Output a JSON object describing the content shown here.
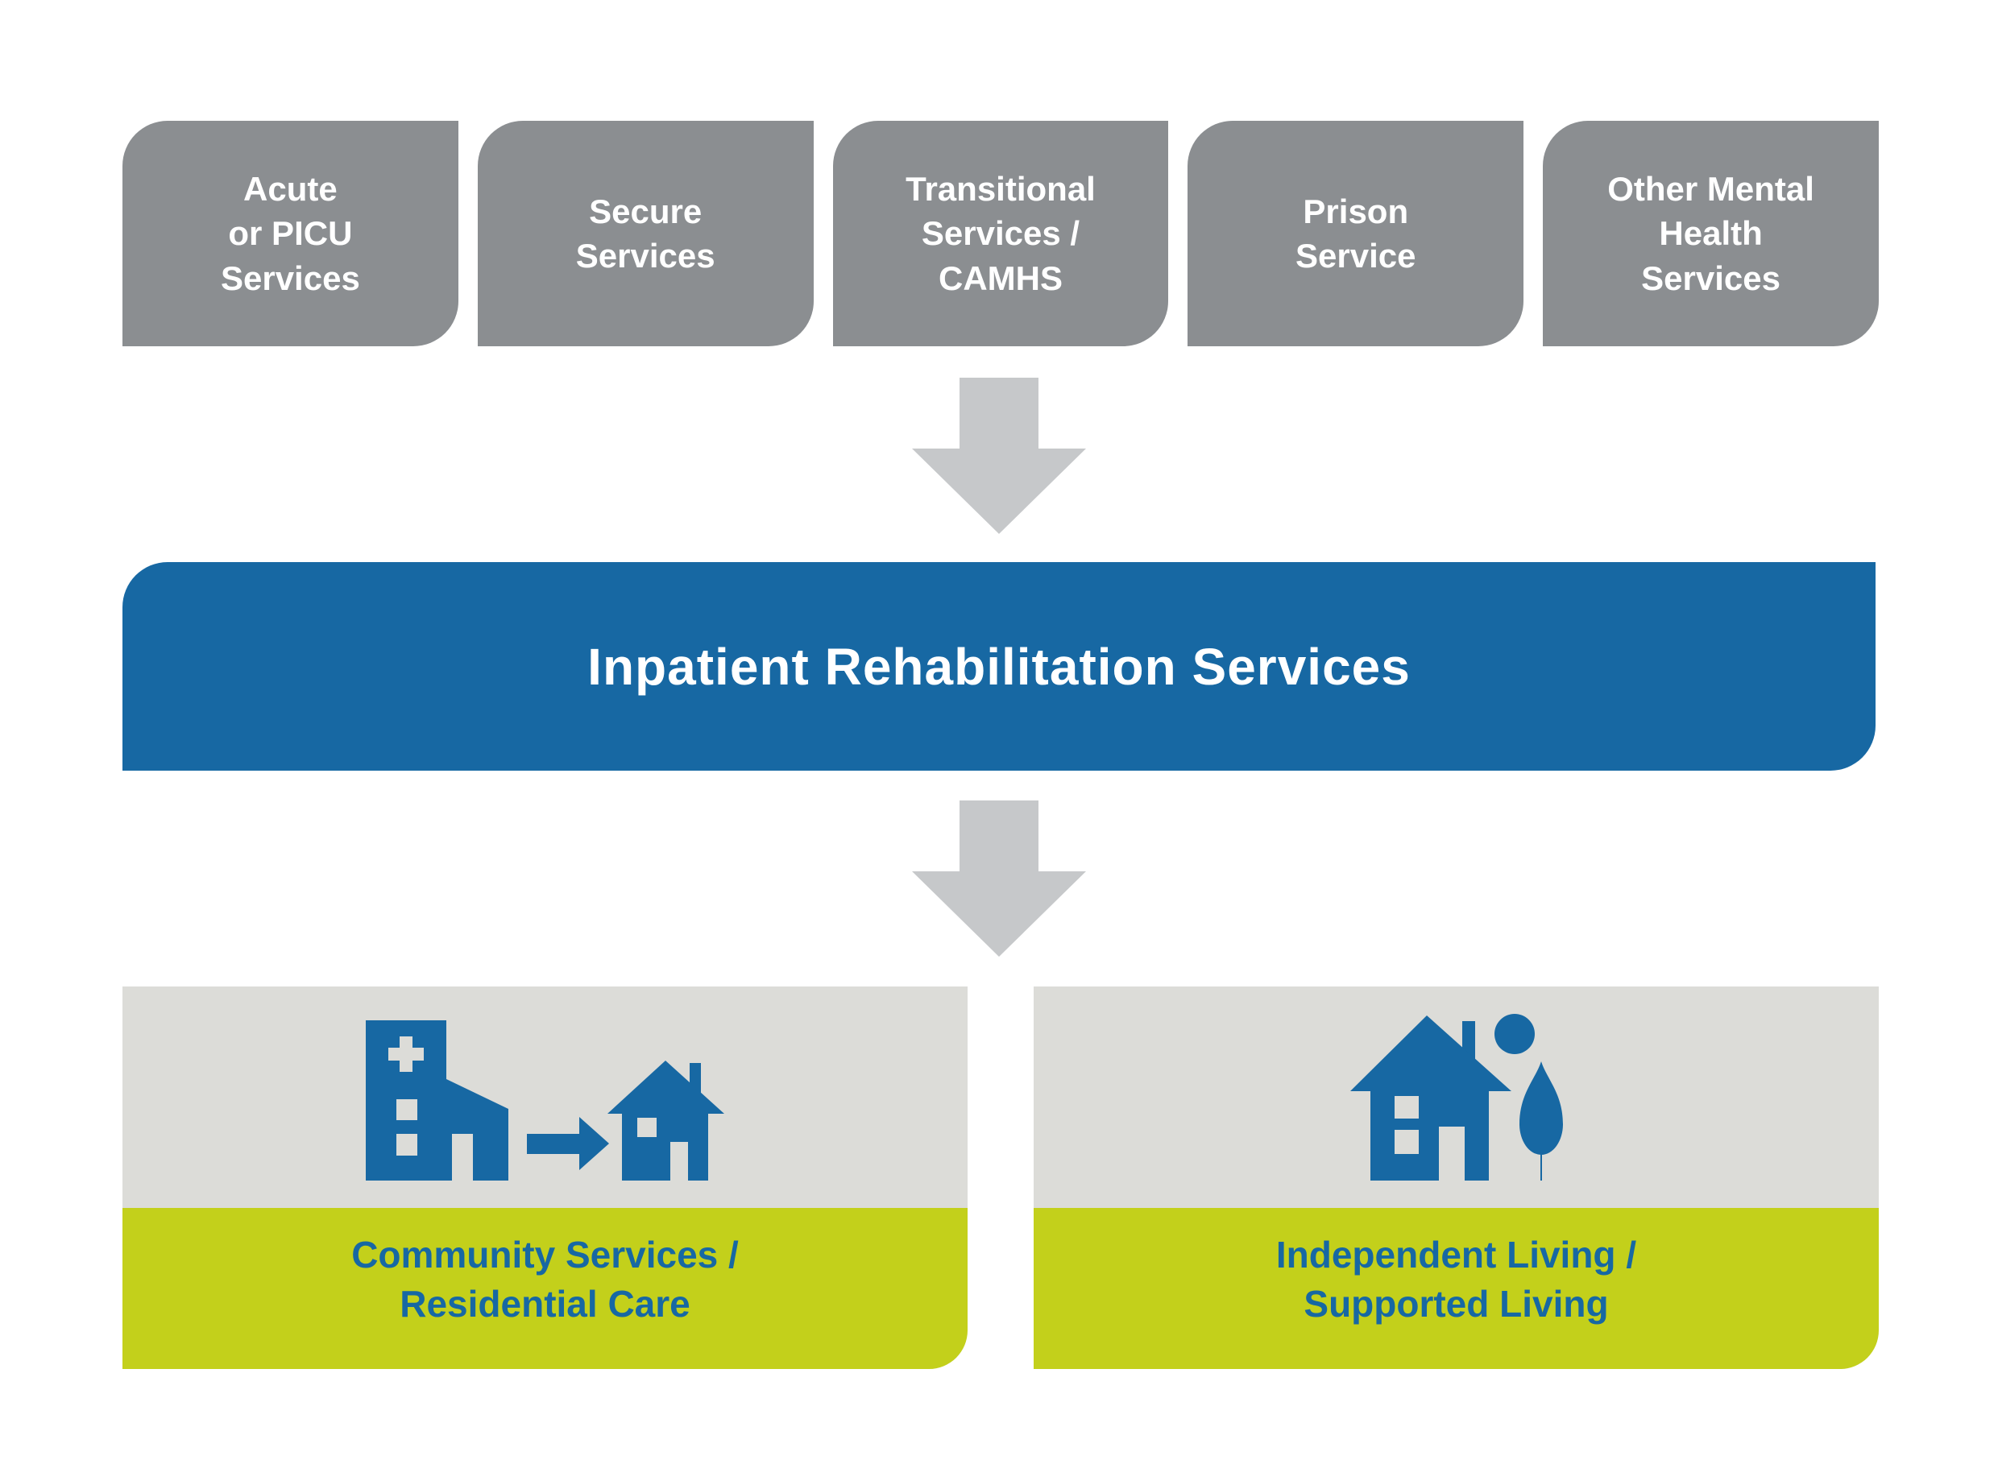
{
  "diagram": {
    "top_row": [
      {
        "label": "Acute\nor PICU\nServices"
      },
      {
        "label": "Secure\nServices"
      },
      {
        "label": "Transitional\nServices /\nCAMHS"
      },
      {
        "label": "Prison\nService"
      },
      {
        "label": "Other Mental\nHealth\nServices"
      }
    ],
    "center_bar": {
      "label": "Inpatient Rehabilitation Services"
    },
    "bottom_row": [
      {
        "label": "Community Services /\nResidential Care",
        "icon": "hospital-to-home-icon"
      },
      {
        "label": "Independent Living /\nSupported Living",
        "icon": "house-and-person-icon"
      }
    ],
    "colors": {
      "feeder_box_gray": "#8b8e91",
      "arrow_gray": "#c6c8ca",
      "accent_blue": "#1768a3",
      "icon_area_gray": "#dcdcd8",
      "label_area_green": "#c3d01b",
      "text_white": "#ffffff"
    }
  }
}
